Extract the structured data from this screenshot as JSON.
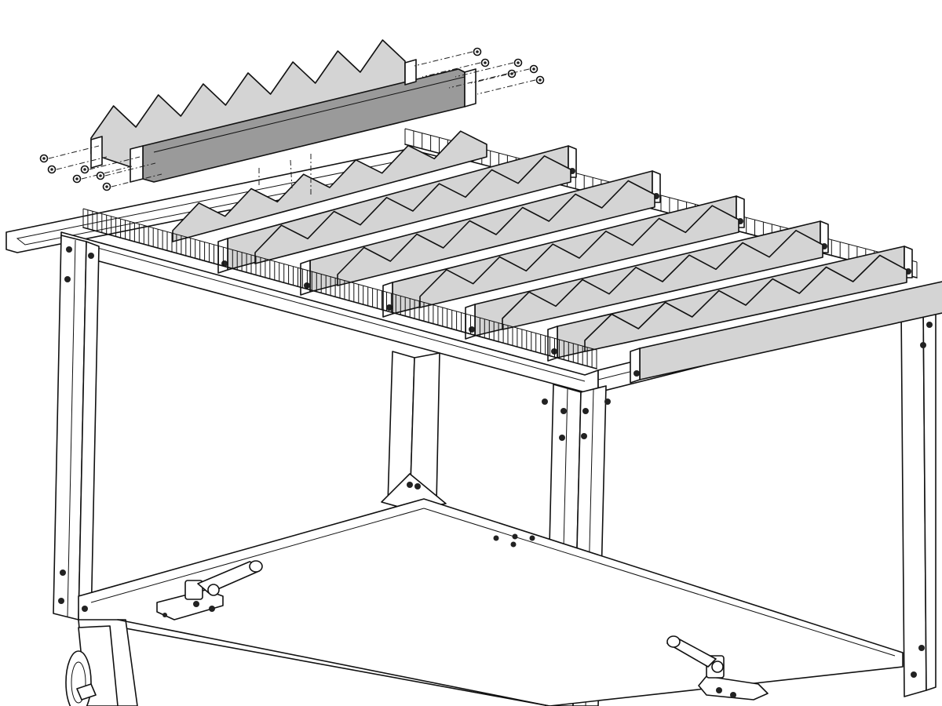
{
  "diagram": {
    "subject": "cutting-table-slat-assembly",
    "installed_slat_count": 6,
    "exploded_slat_count": 1,
    "components": [
      {
        "id": "table-frame"
      },
      {
        "id": "lower-shelf"
      },
      {
        "id": "slotted-rail-front"
      },
      {
        "id": "slotted-rail-back"
      },
      {
        "id": "serrated-slats"
      },
      {
        "id": "exploded-slat"
      },
      {
        "id": "mounting-screws"
      },
      {
        "id": "toggle-clamp-left"
      },
      {
        "id": "toggle-clamp-right"
      },
      {
        "id": "caster-wheel"
      }
    ],
    "colors": {
      "line": "#111111",
      "slat_face": "#d4d4d4",
      "exploded_face": "#9a9a9a",
      "background": "#ffffff"
    }
  }
}
